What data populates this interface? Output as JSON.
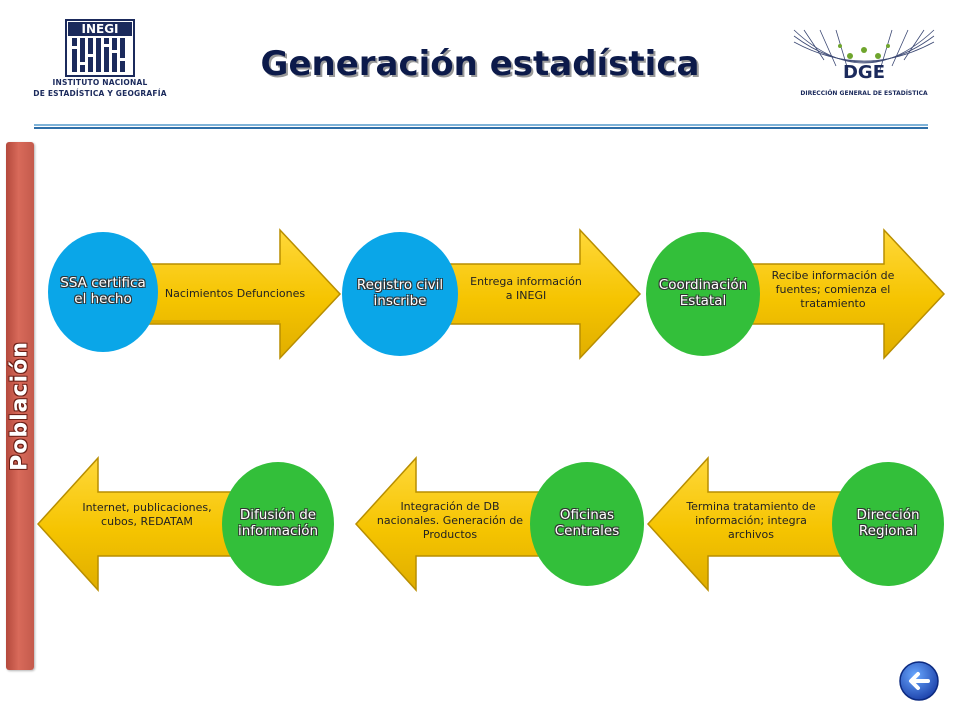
{
  "header": {
    "title": "Generación estadística",
    "inegi": {
      "wordmark": "INEGI",
      "caption_line1": "INSTITUTO NACIONAL",
      "caption_line2": "DE ESTADÍSTICA Y GEOGRAFÍA"
    },
    "dge": {
      "wordmark": "DGE",
      "caption": "DIRECCIÓN GENERAL DE ESTADÍSTICA"
    }
  },
  "sidebar": {
    "label": "Población"
  },
  "row1": [
    {
      "circle": "SSA certifica el hecho",
      "arrow": "Nacimientos Defunciones"
    },
    {
      "circle": "Registro civil inscribe",
      "arrow": "Entrega información a INEGI"
    },
    {
      "circle": "Coordinación Estatal",
      "arrow": "Recibe información de fuentes; comienza el tratamiento"
    }
  ],
  "row2": [
    {
      "circle": "Difusión de información",
      "arrow": "Internet, publicaciones, cubos, REDATAM"
    },
    {
      "circle": "Oficinas Centrales",
      "arrow": "Integración de DB nacionales. Generación de Productos"
    },
    {
      "circle": "Dirección Regional",
      "arrow": "Termina tratamiento de información; integra archivos"
    }
  ],
  "colors": {
    "arrow_fill": "#f5c400",
    "arrow_shade": "#c99a00",
    "circle_blue": "#0aa6e8",
    "circle_green": "#33bf3a",
    "sidebar": "#d06252"
  },
  "icons": {
    "back": "back-arrow-icon"
  }
}
